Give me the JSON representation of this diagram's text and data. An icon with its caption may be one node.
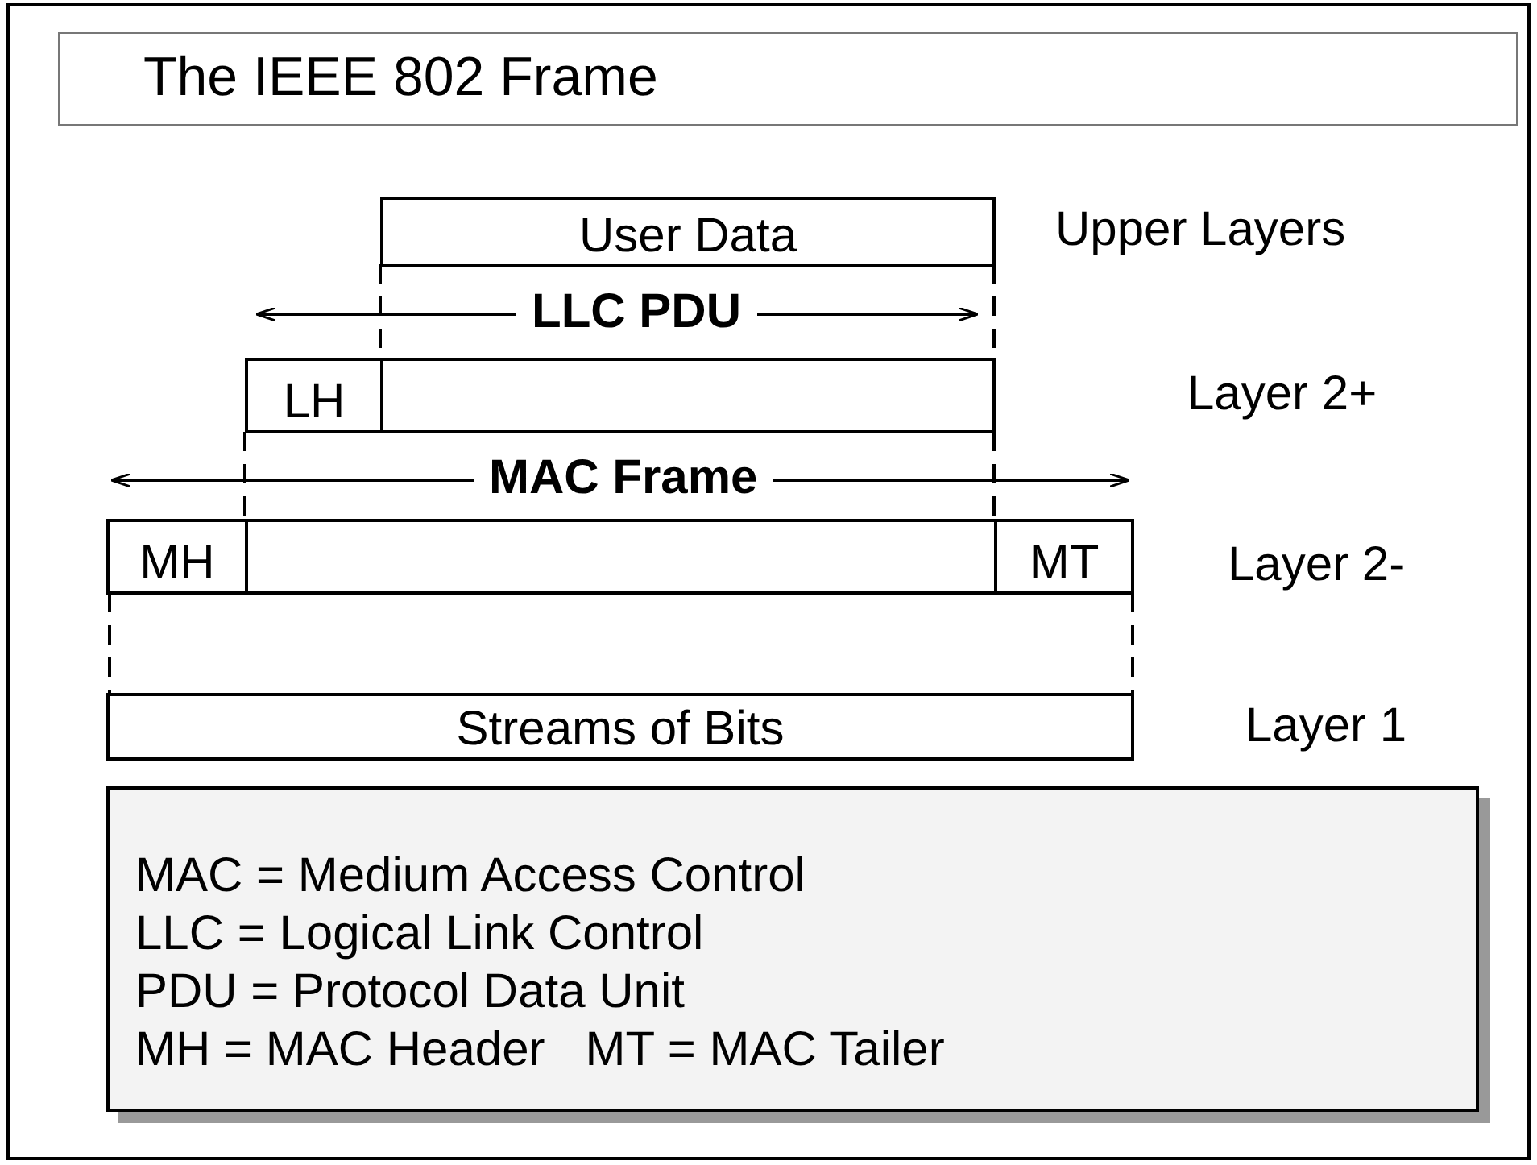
{
  "diagram": {
    "title": "The IEEE 802 Frame",
    "nodes": [
      {
        "text": [
          "User Data"
        ]
      },
      {
        "text": [
          "LH"
        ]
      },
      {
        "text": [],
        "shape": "box"
      },
      {
        "text": [
          "MH"
        ]
      },
      {
        "text": [],
        "shape": "box"
      },
      {
        "text": [
          "MT"
        ]
      },
      {
        "text": [
          "Streams of Bits"
        ]
      },
      {
        "text": [
          "MAC = Medium Access Control",
          "LLC = Logical Link Control",
          "PDU = Protocol Data Unit",
          "MH = MAC Header   MT = MAC Tailer"
        ]
      }
    ],
    "edges": [],
    "labels": [
      "Upper Layers",
      "LLC PDU",
      "Layer 2+",
      "MAC Frame",
      "Layer 2-",
      "Layer 1"
    ]
  }
}
